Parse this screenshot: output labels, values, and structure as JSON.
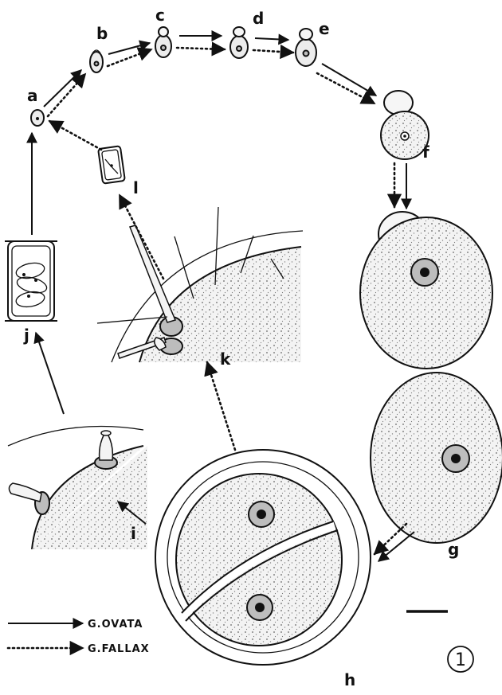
{
  "labels": {
    "a": "a",
    "b": "b",
    "c": "c",
    "d": "d",
    "e": "e",
    "f": "f",
    "g": "g",
    "h": "h",
    "i": "i",
    "j": "j",
    "k": "k",
    "l": "l"
  },
  "legend": {
    "ovata": "G.OVATA",
    "fallax": "G.FALLAX"
  },
  "figure_number": "1"
}
